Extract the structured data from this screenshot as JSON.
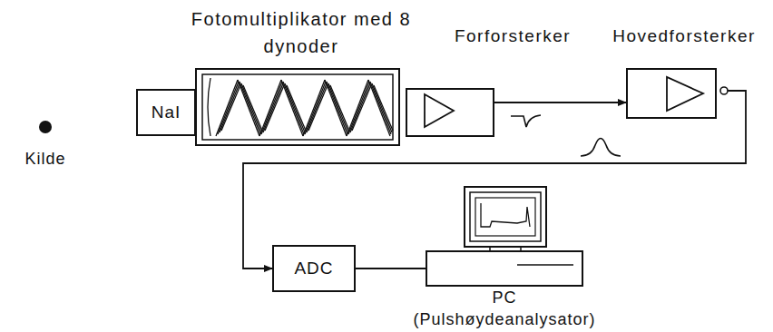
{
  "diagram": {
    "nodes": [
      {
        "text": [
          "NaI"
        ]
      },
      {
        "text": [
          "Fotomultiplikator med 8 dynoder"
        ]
      },
      {
        "text": [
          "Forforsterker"
        ]
      },
      {
        "text": [
          "Hovedforsterker"
        ]
      },
      {
        "text": [
          "ADC"
        ]
      },
      {
        "text": [
          "PC (Pulshøydeanalysator)"
        ]
      }
    ],
    "edges": [
      {
        "from": 2,
        "to": 3,
        "arrow": "to"
      },
      {
        "from": 3,
        "to": 4,
        "arrow": "to"
      },
      {
        "from": 4,
        "to": 5,
        "arrow": "none"
      }
    ],
    "labels": [
      "Kilde"
    ]
  }
}
